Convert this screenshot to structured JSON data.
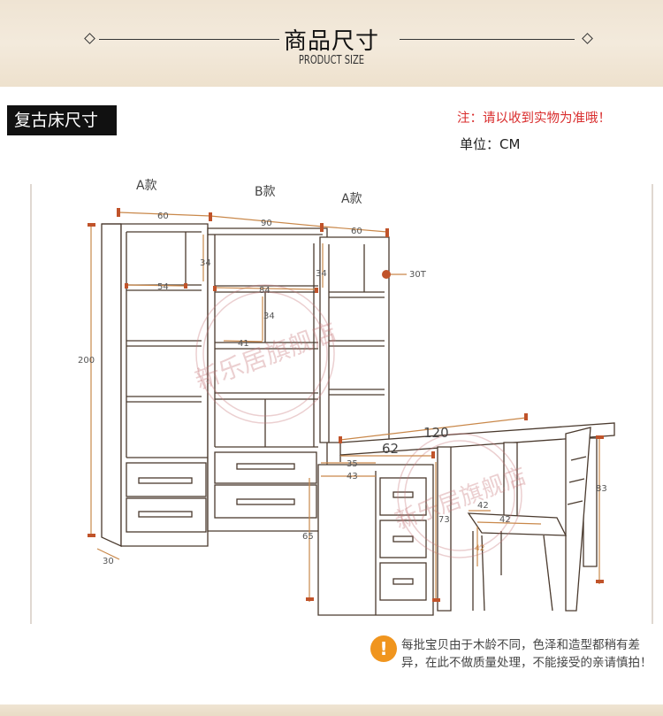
{
  "header": {
    "title_cn": "商品尺寸",
    "title_en": "PRODUCT SIZE"
  },
  "section": {
    "tag": "复古床尺寸"
  },
  "note": "注：请以收到实物为准哦！",
  "unit": "单位：CM",
  "drawing": {
    "labels": {
      "a_left": "A款",
      "b_mid": "B款",
      "a_right": "A款"
    },
    "dims": {
      "w60_left": "60",
      "w90": "90",
      "w60_right": "60",
      "h200": "200",
      "h34_left": "34",
      "h34_right": "34",
      "h34_mid": "34",
      "w54": "54",
      "w84": "84",
      "w41": "41",
      "d30": "30",
      "t30": "30T",
      "desk120": "120",
      "desk62": "62",
      "d35": "35",
      "d43": "43",
      "h65": "65",
      "h73": "73",
      "h83": "83",
      "c42a": "42",
      "c42b": "42",
      "c42c": "42"
    },
    "watermark": "新乐居旗舰店"
  },
  "notice": {
    "icon": "warning-icon",
    "text": "每批宝贝由于木龄不同，色泽和造型都稍有差异，在此不做质量处理，不能接受的亲请慎拍！"
  },
  "colors": {
    "dim_line": "#c9884a",
    "marker": "#c0532a",
    "note_red": "#d92d2d",
    "warn_orange": "#f0951e"
  }
}
